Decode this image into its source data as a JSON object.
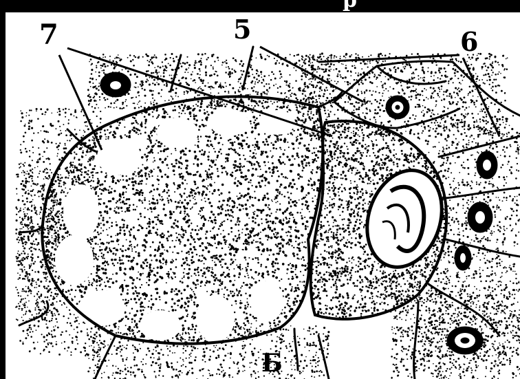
{
  "labels": {
    "seven": "7",
    "five": "5",
    "six": "6",
    "figure_letter": "Б",
    "top_fragment": "р"
  },
  "colors": {
    "ink": "#000000",
    "paper": "#ffffff",
    "frame": "#000000"
  }
}
